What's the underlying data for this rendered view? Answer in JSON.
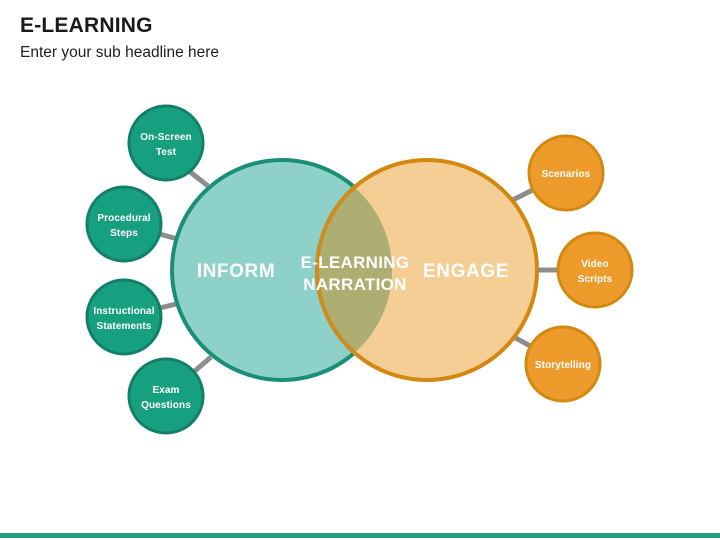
{
  "header": {
    "title": "E-LEARNING",
    "subtitle": "Enter your sub headline here"
  },
  "diagram": {
    "type": "venn-two-circle",
    "left_lobe": {
      "label": "INFORM",
      "fill": "#8ed1c8",
      "stroke": "#1a8f76"
    },
    "right_lobe": {
      "label": "ENGAGE",
      "fill": "#f5ce96",
      "stroke": "#d4880f"
    },
    "overlap": {
      "label_line1": "E-LEARNING",
      "label_line2": "NARRATION",
      "fill": "#aeae72"
    },
    "left_satellites": [
      {
        "line1": "On-Screen",
        "line2": "Test"
      },
      {
        "line1": "Procedural",
        "line2": "Steps"
      },
      {
        "line1": "Instructional",
        "line2": "Statements"
      },
      {
        "line1": "Exam",
        "line2": "Questions"
      }
    ],
    "right_satellites": [
      {
        "line1": "Scenarios",
        "line2": ""
      },
      {
        "line1": "Video",
        "line2": "Scripts"
      },
      {
        "line1": "Storytelling",
        "line2": ""
      }
    ],
    "satellite_colors": {
      "left_fill": "#17a080",
      "left_stroke": "#128068",
      "right_fill": "#ed9b2b",
      "right_stroke": "#d4880f"
    },
    "connector_color": "#8d8d8d"
  },
  "accent_bar_color": "#1f9e80"
}
